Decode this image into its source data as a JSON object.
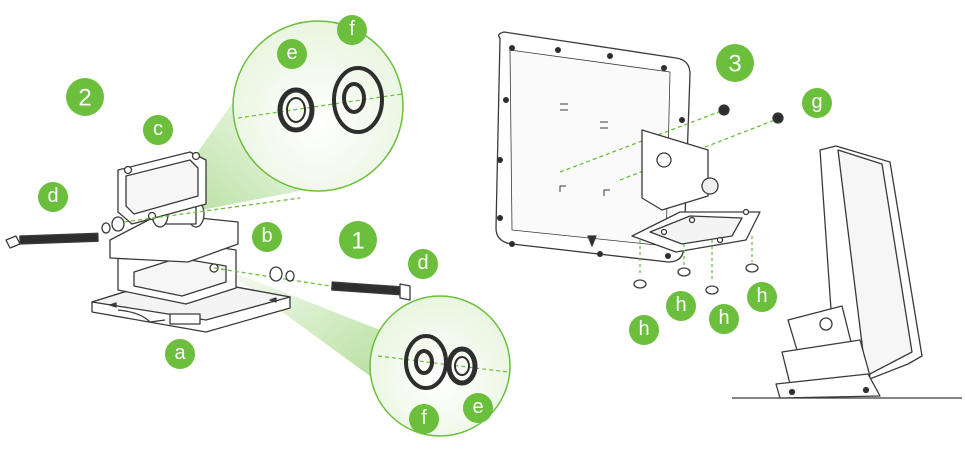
{
  "colors": {
    "accent": "#6cbf3c",
    "line": "#3a3a3a",
    "part_fill": "#ffffff",
    "dark_part": "#2e2e2e"
  },
  "steps": {
    "step1": "1",
    "step2": "2",
    "step3": "3"
  },
  "parts": {
    "a": "a",
    "b": "b",
    "c": "c",
    "d_left": "d",
    "d_right": "d",
    "e_top": "e",
    "f_top": "f",
    "e_bottom": "e",
    "f_bottom": "f",
    "g": "g",
    "h1": "h",
    "h2": "h",
    "h3": "h",
    "h4": "h"
  }
}
